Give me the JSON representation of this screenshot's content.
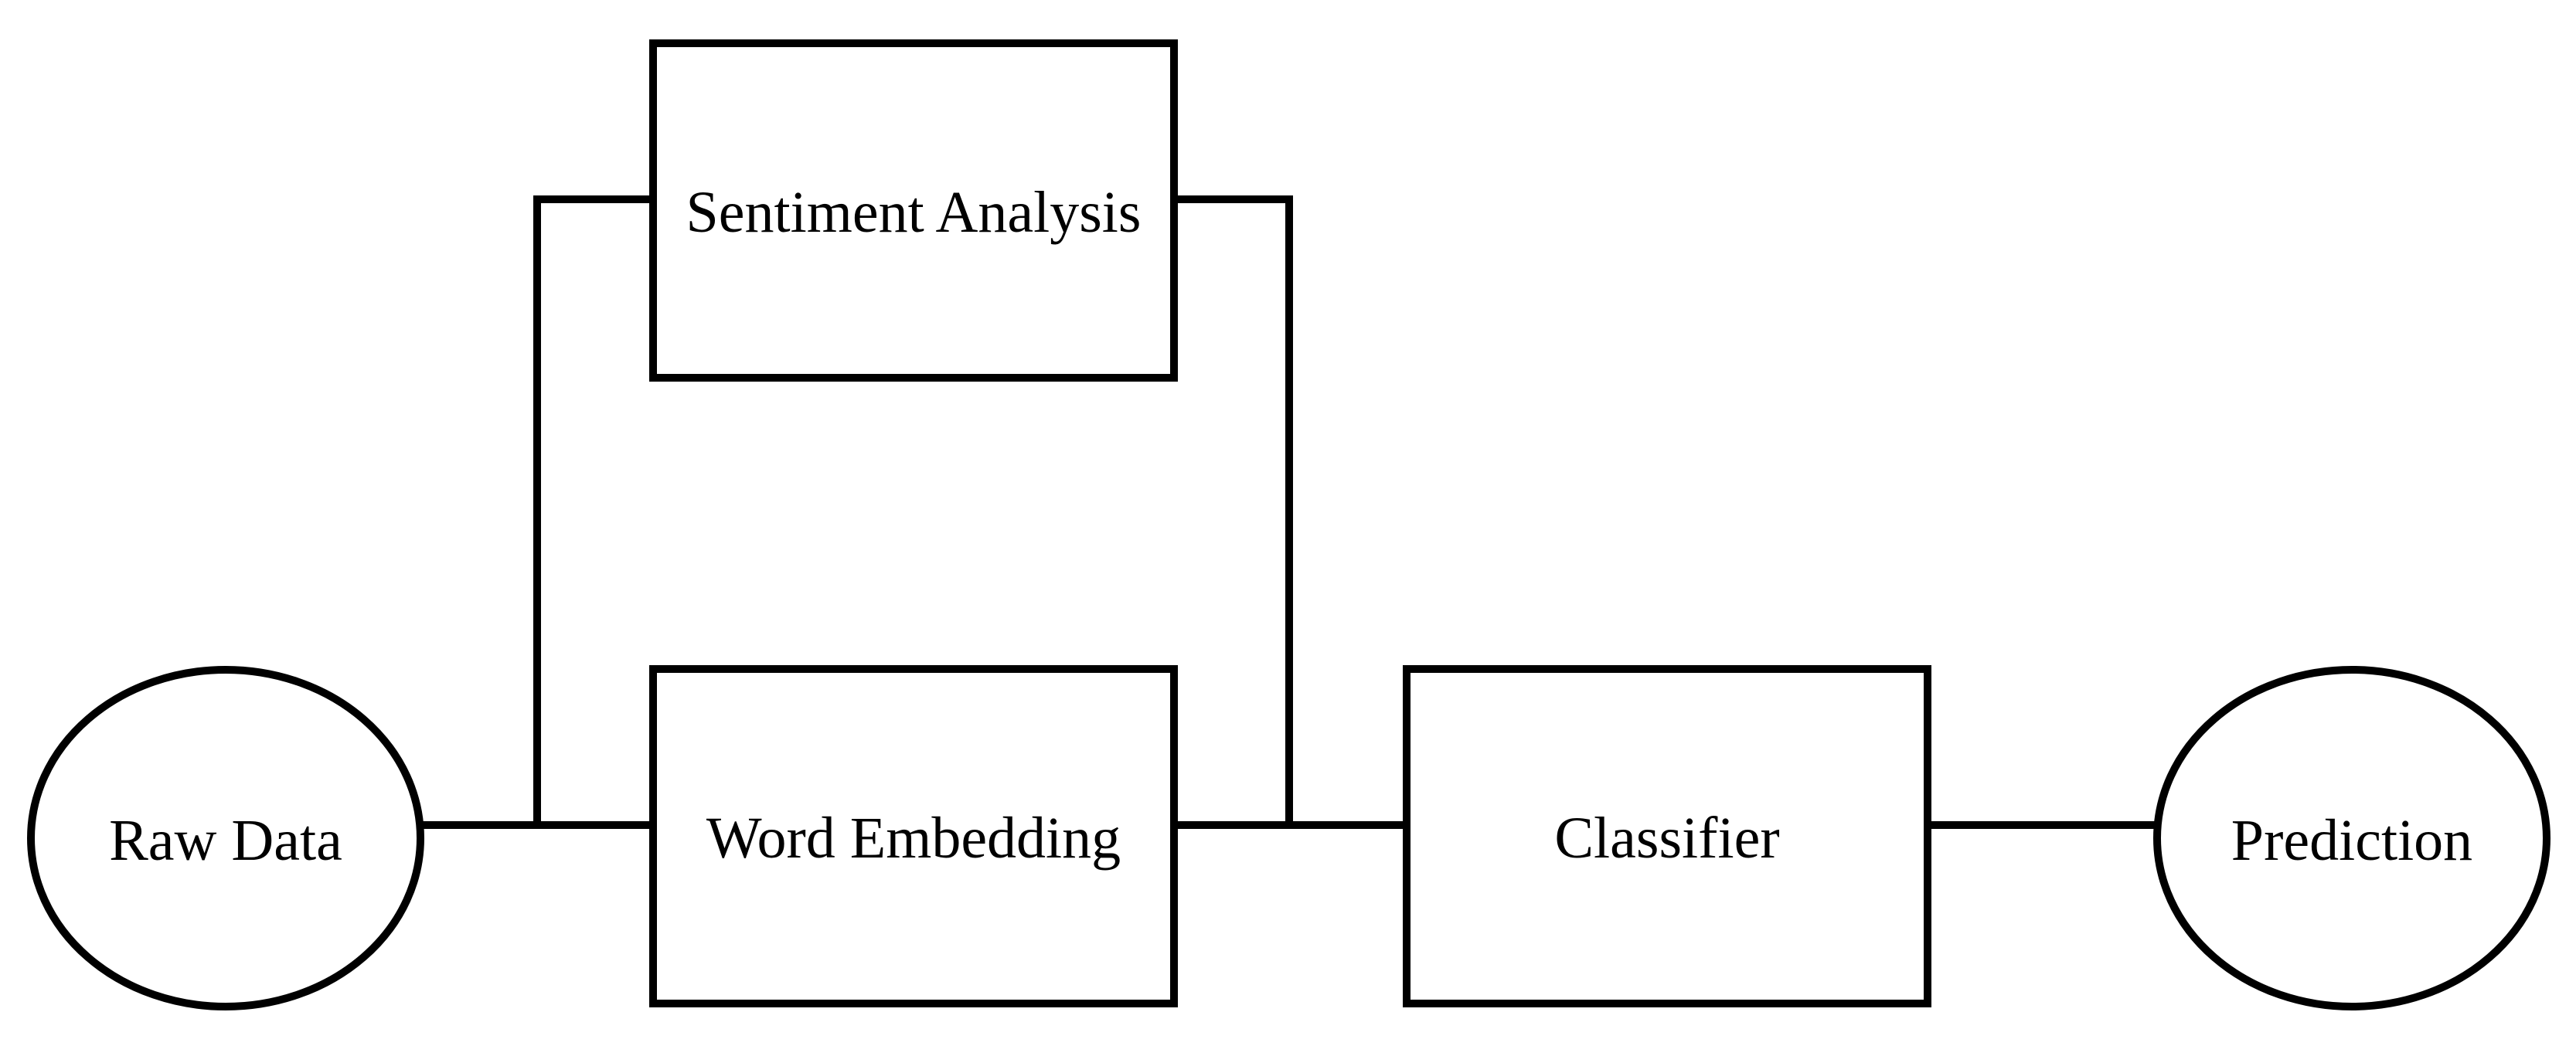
{
  "diagram": {
    "nodes": {
      "raw_data": {
        "label": "Raw Data",
        "shape": "ellipse"
      },
      "sentiment_analysis": {
        "label": "Sentiment Analysis",
        "shape": "rectangle"
      },
      "word_embedding": {
        "label": "Word Embedding",
        "shape": "rectangle"
      },
      "classifier": {
        "label": "Classifier",
        "shape": "rectangle"
      },
      "prediction": {
        "label": "Prediction",
        "shape": "ellipse"
      }
    },
    "edges": [
      {
        "from": "raw_data",
        "to": "word_embedding"
      },
      {
        "from": "raw_data",
        "to": "sentiment_analysis"
      },
      {
        "from": "word_embedding",
        "to": "classifier"
      },
      {
        "from": "sentiment_analysis",
        "to": "classifier"
      },
      {
        "from": "classifier",
        "to": "prediction"
      }
    ],
    "colors": {
      "stroke": "#000000",
      "fill": "#ffffff"
    }
  }
}
